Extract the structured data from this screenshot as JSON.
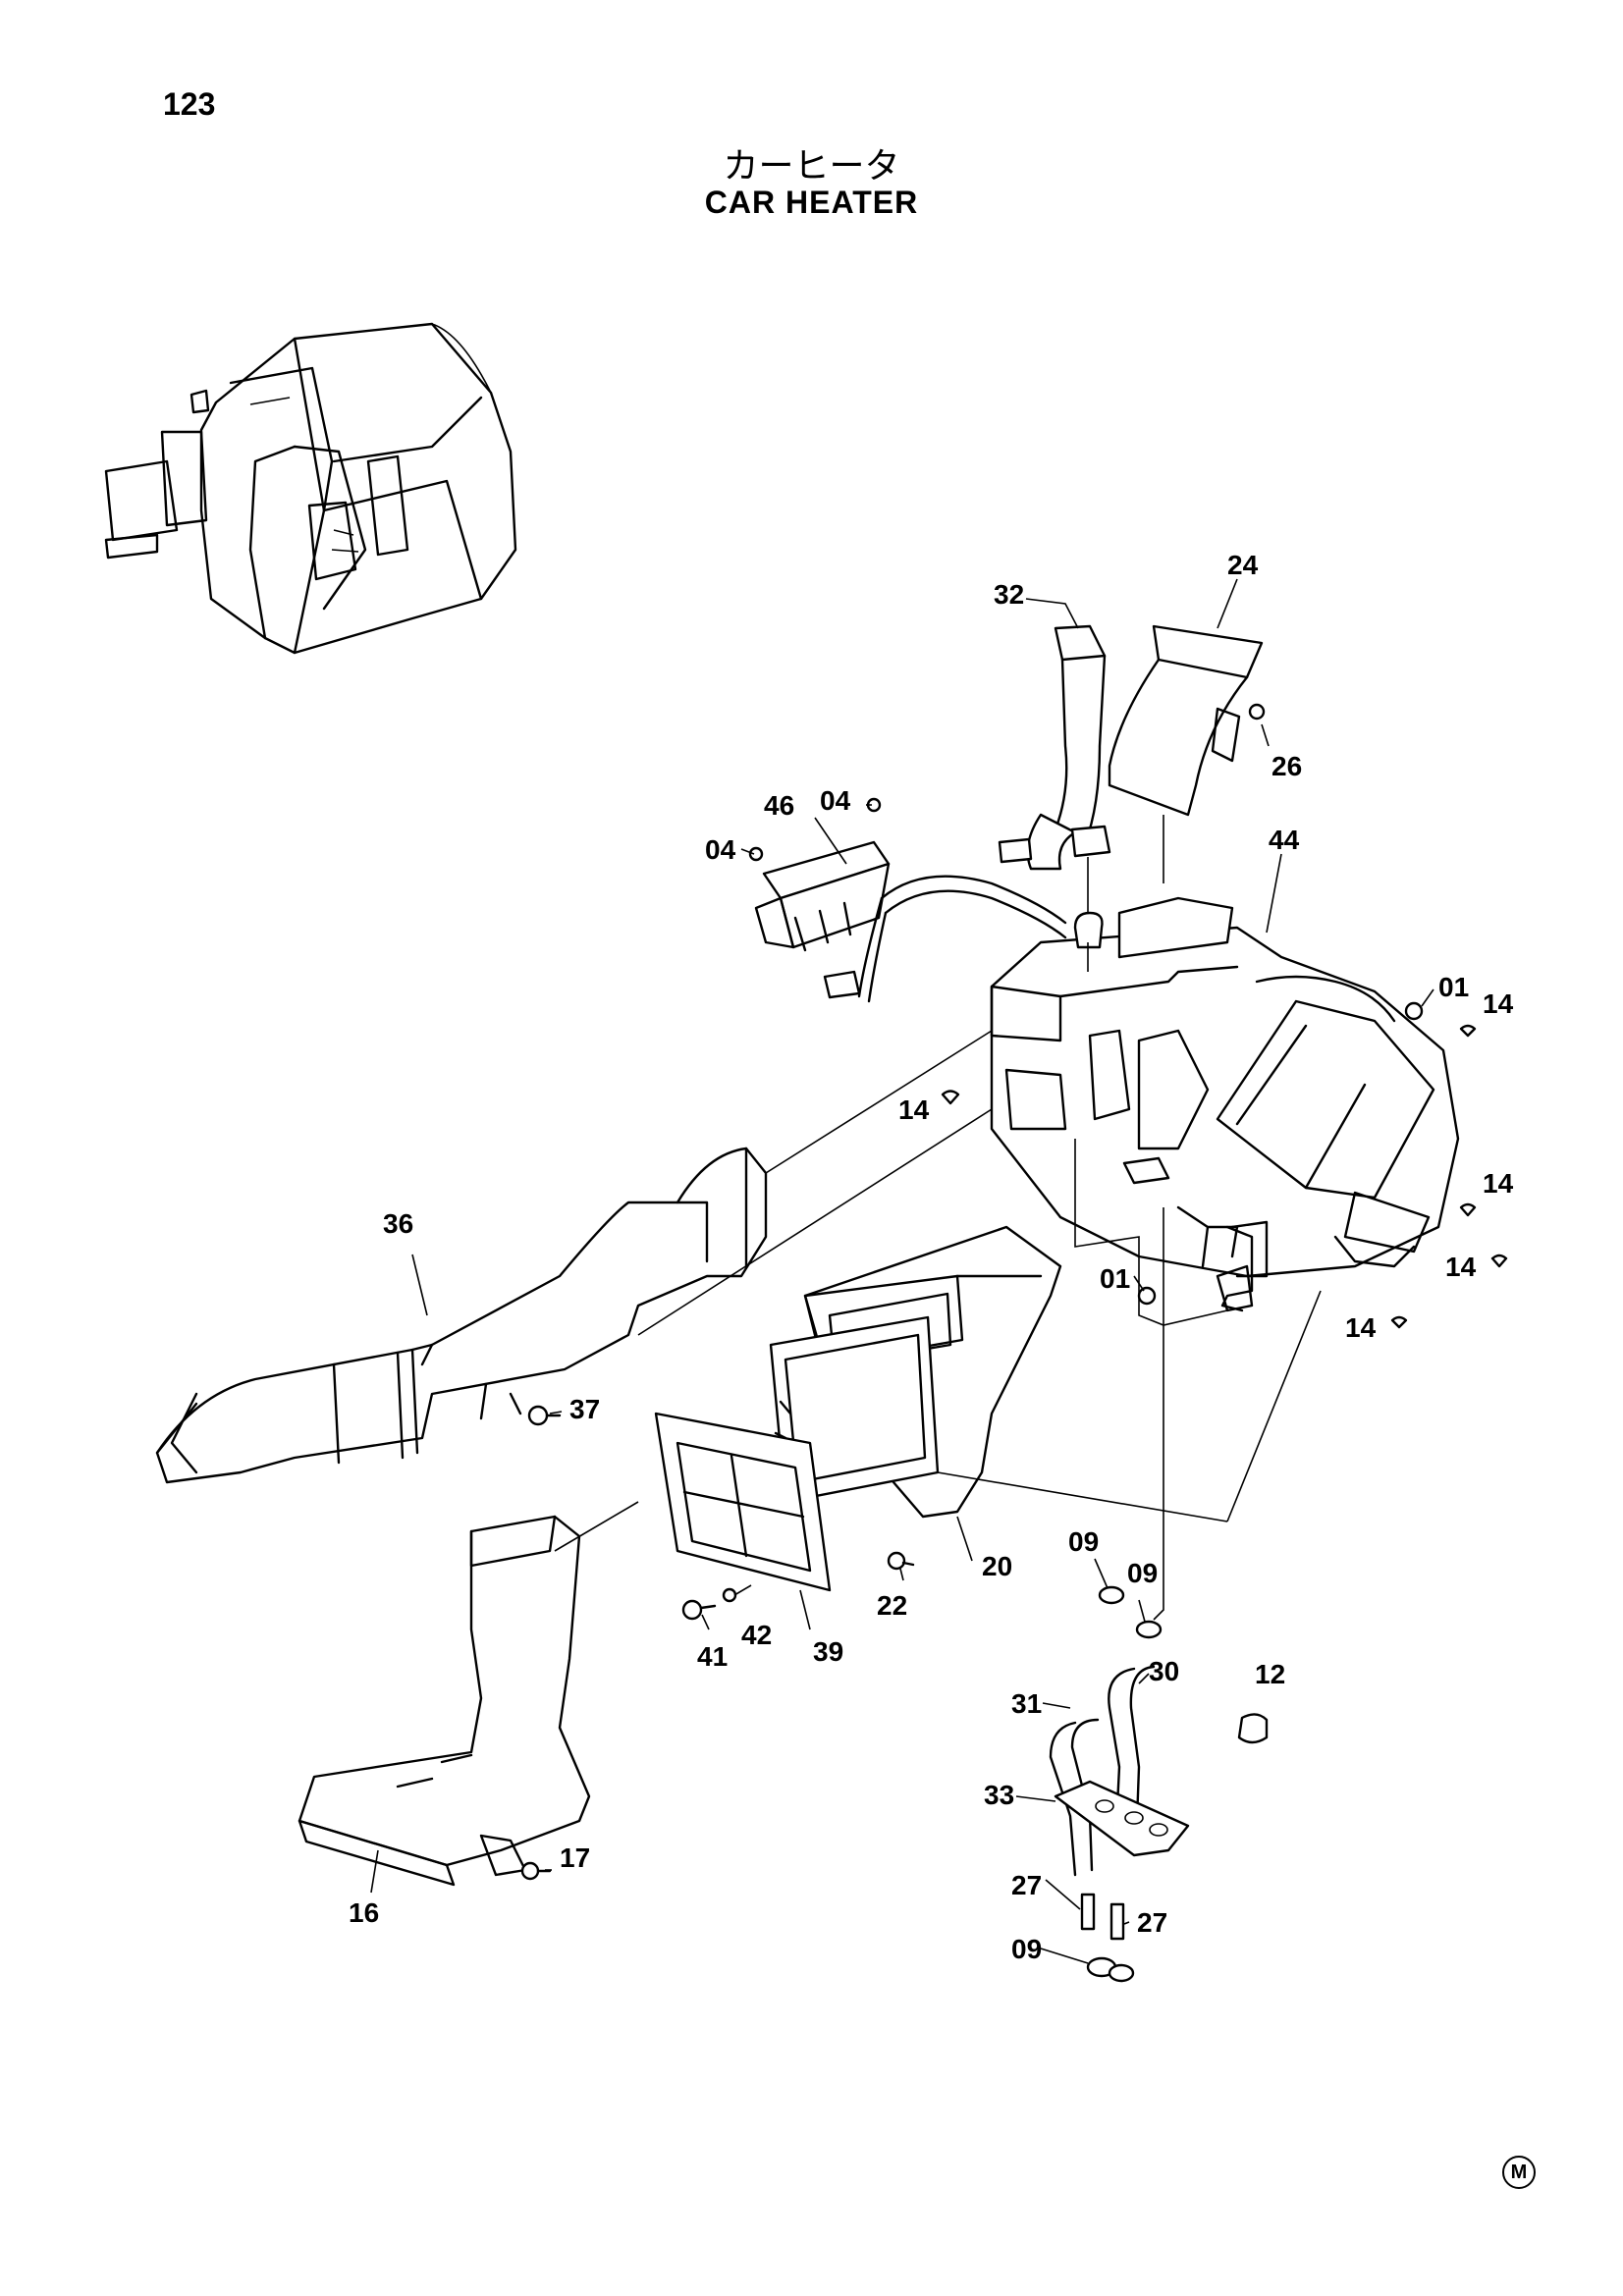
{
  "page_number": "123",
  "title_ja": "カーヒータ",
  "title_en": "CAR HEATER",
  "mark": "M",
  "callouts": {
    "c32": "32",
    "c24": "24",
    "c26": "26",
    "c46": "46",
    "c04a": "04",
    "c04b": "04",
    "c44": "44",
    "c01a": "01",
    "c14a": "14",
    "c14b": "14",
    "c14c": "14",
    "c14d": "14",
    "c14e": "14",
    "c36": "36",
    "c01b": "01",
    "c37": "37",
    "c20": "20",
    "c09a": "09",
    "c09b": "09",
    "c22": "22",
    "c42": "42",
    "c39": "39",
    "c41": "41",
    "c31": "31",
    "c30": "30",
    "c12": "12",
    "c33": "33",
    "c27a": "27",
    "c27b": "27",
    "c09c": "09",
    "c17": "17",
    "c16": "16"
  }
}
